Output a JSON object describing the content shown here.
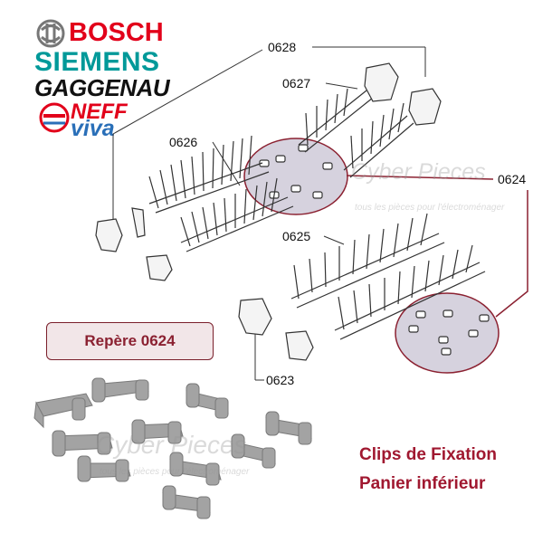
{
  "brands": {
    "bosch": "BOSCH",
    "siemens": "SIEMENS",
    "gaggenau": "GAGGENAU",
    "neff": "NEFF",
    "viva": "viva"
  },
  "callouts": {
    "c0628": "0628",
    "c0627": "0627",
    "c0626": "0626",
    "c0625": "0625",
    "c0624": "0624",
    "c0623": "0623"
  },
  "repere": "Repère  0624",
  "caption": {
    "line1": "Clips de Fixation",
    "line2": "Panier inférieur"
  },
  "watermark": {
    "main": "Cyber Pieces",
    "sub": "tous les pièces pour l'électroménager"
  },
  "colors": {
    "bosch_red": "#e2001a",
    "siemens_teal": "#009999",
    "caption_red": "#a01830",
    "leader_red": "#8b2131",
    "circle_fill": "#d6d2de",
    "clip_gray": "#9b9b9b"
  }
}
